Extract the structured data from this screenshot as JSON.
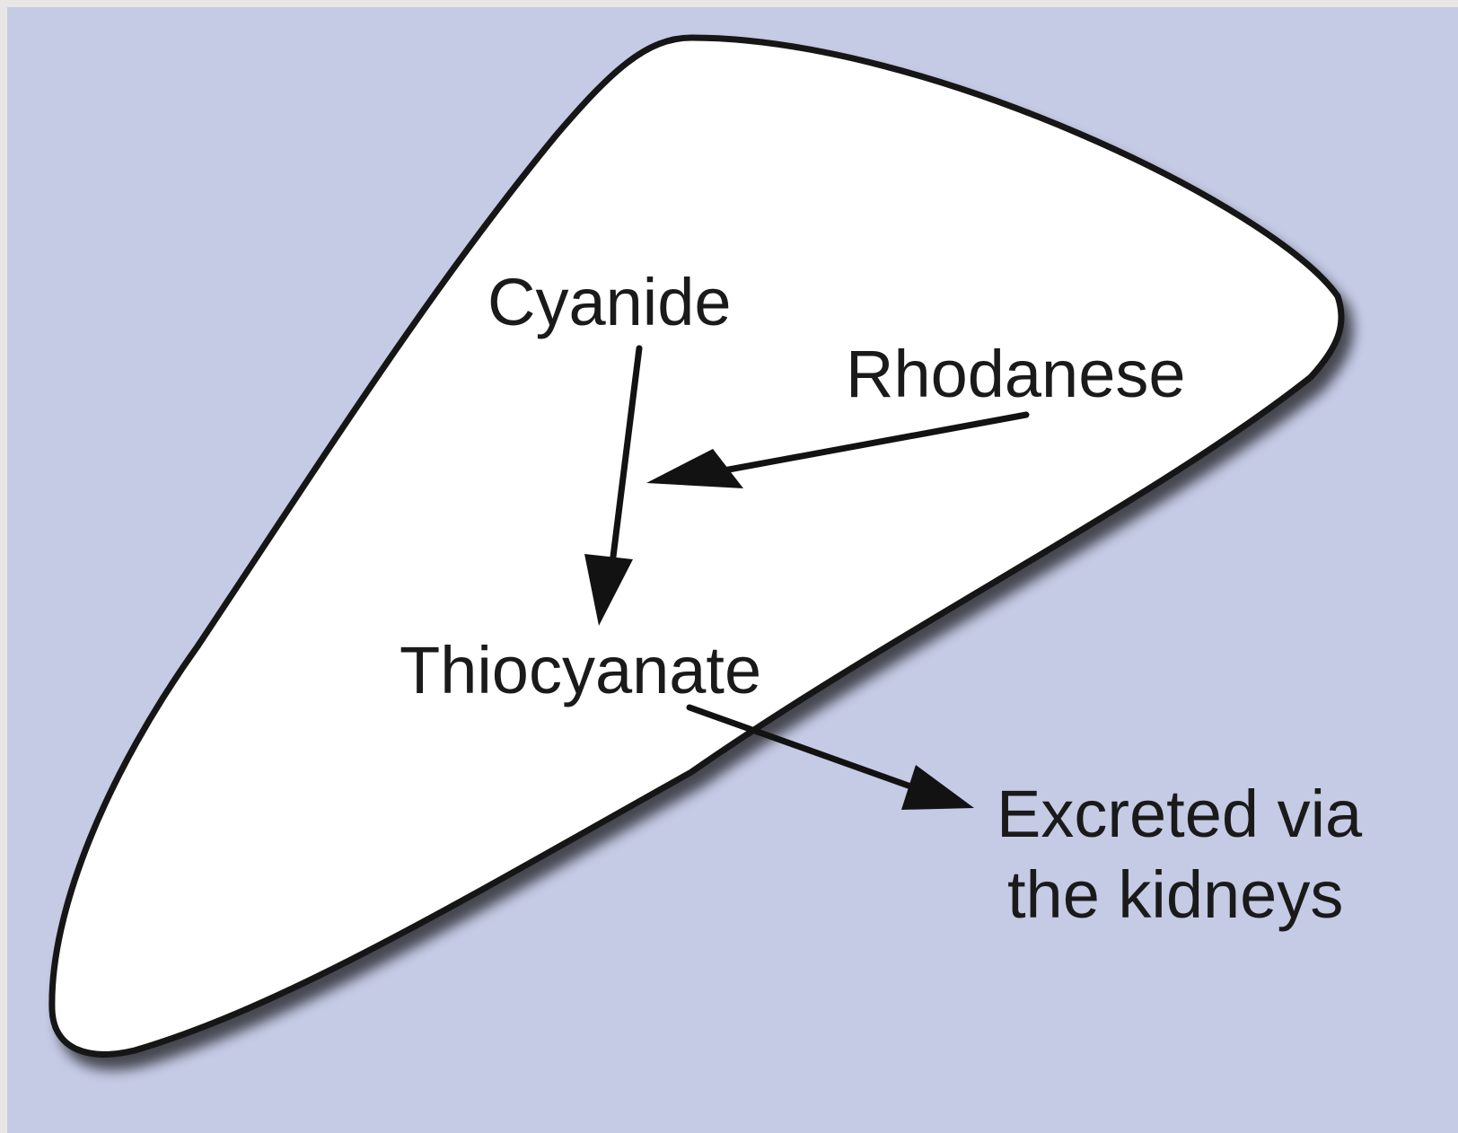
{
  "colors": {
    "background": "#c5cae5",
    "border_strip": "#e8e6e4",
    "organ_fill": "#ffffff",
    "stroke": "#121212",
    "shadow": "#2a2a3a"
  },
  "labels": {
    "cyanide": "Cyanide",
    "rhodanese": "Rhodanese",
    "thiocyanate": "Thiocyanate",
    "excreted_line1": "Excreted via",
    "excreted_line2": "the kidneys"
  }
}
